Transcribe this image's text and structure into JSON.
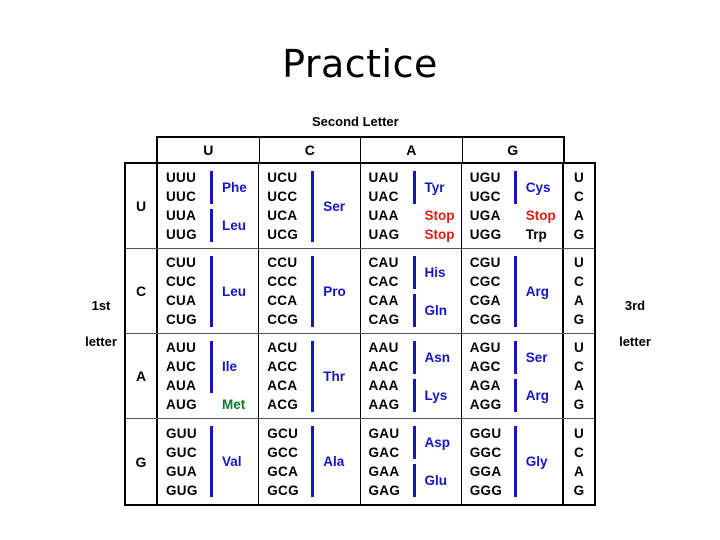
{
  "slide": {
    "title": "Practice"
  },
  "labels": {
    "second_letter": "Second Letter",
    "first_letter_line1": "1st",
    "first_letter_line2": "letter",
    "third_letter_line1": "3rd",
    "third_letter_line2": "letter"
  },
  "colors": {
    "amino_blue": "#1414c8",
    "stop_red": "#e01b14",
    "met_green": "#0a7a28",
    "text_black": "#000000",
    "border": "#000000",
    "background": "#ffffff"
  },
  "table": {
    "column_headers": [
      "U",
      "C",
      "A",
      "G"
    ],
    "row_headers": [
      "U",
      "C",
      "A",
      "G"
    ],
    "third_letters": [
      "U",
      "C",
      "A",
      "G"
    ],
    "rows": [
      {
        "first_letter": "U",
        "cells": [
          {
            "second_letter": "U",
            "codons": [
              "UUU",
              "UUC",
              "UUA",
              "UUG"
            ],
            "groups": [
              {
                "name": "Phe",
                "color": "blue",
                "span": 2,
                "bar": true
              },
              {
                "name": "Leu",
                "color": "blue",
                "span": 2,
                "bar": true
              }
            ]
          },
          {
            "second_letter": "C",
            "codons": [
              "UCU",
              "UCC",
              "UCA",
              "UCG"
            ],
            "groups": [
              {
                "name": "Ser",
                "color": "blue",
                "span": 4,
                "bar": true
              }
            ]
          },
          {
            "second_letter": "A",
            "codons": [
              "UAU",
              "UAC",
              "UAA",
              "UAG"
            ],
            "groups": [
              {
                "name": "Tyr",
                "color": "blue",
                "span": 2,
                "bar": true
              },
              {
                "name": "Stop",
                "color": "red",
                "span": 1,
                "bar": false
              },
              {
                "name": "Stop",
                "color": "red",
                "span": 1,
                "bar": false
              }
            ]
          },
          {
            "second_letter": "G",
            "codons": [
              "UGU",
              "UGC",
              "UGA",
              "UGG"
            ],
            "groups": [
              {
                "name": "Cys",
                "color": "blue",
                "span": 2,
                "bar": true
              },
              {
                "name": "Stop",
                "color": "red",
                "span": 1,
                "bar": false
              },
              {
                "name": "Trp",
                "color": "black",
                "span": 1,
                "bar": false
              }
            ]
          }
        ]
      },
      {
        "first_letter": "C",
        "cells": [
          {
            "second_letter": "U",
            "codons": [
              "CUU",
              "CUC",
              "CUA",
              "CUG"
            ],
            "groups": [
              {
                "name": "Leu",
                "color": "blue",
                "span": 4,
                "bar": true
              }
            ]
          },
          {
            "second_letter": "C",
            "codons": [
              "CCU",
              "CCC",
              "CCA",
              "CCG"
            ],
            "groups": [
              {
                "name": "Pro",
                "color": "blue",
                "span": 4,
                "bar": true
              }
            ]
          },
          {
            "second_letter": "A",
            "codons": [
              "CAU",
              "CAC",
              "CAA",
              "CAG"
            ],
            "groups": [
              {
                "name": "His",
                "color": "blue",
                "span": 2,
                "bar": true
              },
              {
                "name": "Gln",
                "color": "blue",
                "span": 2,
                "bar": true
              }
            ]
          },
          {
            "second_letter": "G",
            "codons": [
              "CGU",
              "CGC",
              "CGA",
              "CGG"
            ],
            "groups": [
              {
                "name": "Arg",
                "color": "blue",
                "span": 4,
                "bar": true
              }
            ]
          }
        ]
      },
      {
        "first_letter": "A",
        "cells": [
          {
            "second_letter": "U",
            "codons": [
              "AUU",
              "AUC",
              "AUA",
              "AUG"
            ],
            "groups": [
              {
                "name": "Ile",
                "color": "blue",
                "span": 3,
                "bar": true
              },
              {
                "name": "Met",
                "color": "green",
                "span": 1,
                "bar": false
              }
            ]
          },
          {
            "second_letter": "C",
            "codons": [
              "ACU",
              "ACC",
              "ACA",
              "ACG"
            ],
            "groups": [
              {
                "name": "Thr",
                "color": "blue",
                "span": 4,
                "bar": true
              }
            ]
          },
          {
            "second_letter": "A",
            "codons": [
              "AAU",
              "AAC",
              "AAA",
              "AAG"
            ],
            "groups": [
              {
                "name": "Asn",
                "color": "blue",
                "span": 2,
                "bar": true
              },
              {
                "name": "Lys",
                "color": "blue",
                "span": 2,
                "bar": true
              }
            ]
          },
          {
            "second_letter": "G",
            "codons": [
              "AGU",
              "AGC",
              "AGA",
              "AGG"
            ],
            "groups": [
              {
                "name": "Ser",
                "color": "blue",
                "span": 2,
                "bar": true
              },
              {
                "name": "Arg",
                "color": "blue",
                "span": 2,
                "bar": true
              }
            ]
          }
        ]
      },
      {
        "first_letter": "G",
        "cells": [
          {
            "second_letter": "U",
            "codons": [
              "GUU",
              "GUC",
              "GUA",
              "GUG"
            ],
            "groups": [
              {
                "name": "Val",
                "color": "blue",
                "span": 4,
                "bar": true
              }
            ]
          },
          {
            "second_letter": "C",
            "codons": [
              "GCU",
              "GCC",
              "GCA",
              "GCG"
            ],
            "groups": [
              {
                "name": "Ala",
                "color": "blue",
                "span": 4,
                "bar": true
              }
            ]
          },
          {
            "second_letter": "A",
            "codons": [
              "GAU",
              "GAC",
              "GAA",
              "GAG"
            ],
            "groups": [
              {
                "name": "Asp",
                "color": "blue",
                "span": 2,
                "bar": true
              },
              {
                "name": "Glu",
                "color": "blue",
                "span": 2,
                "bar": true
              }
            ]
          },
          {
            "second_letter": "G",
            "codons": [
              "GGU",
              "GGC",
              "GGA",
              "GGG"
            ],
            "groups": [
              {
                "name": "Gly",
                "color": "blue",
                "span": 4,
                "bar": true
              }
            ]
          }
        ]
      }
    ]
  }
}
